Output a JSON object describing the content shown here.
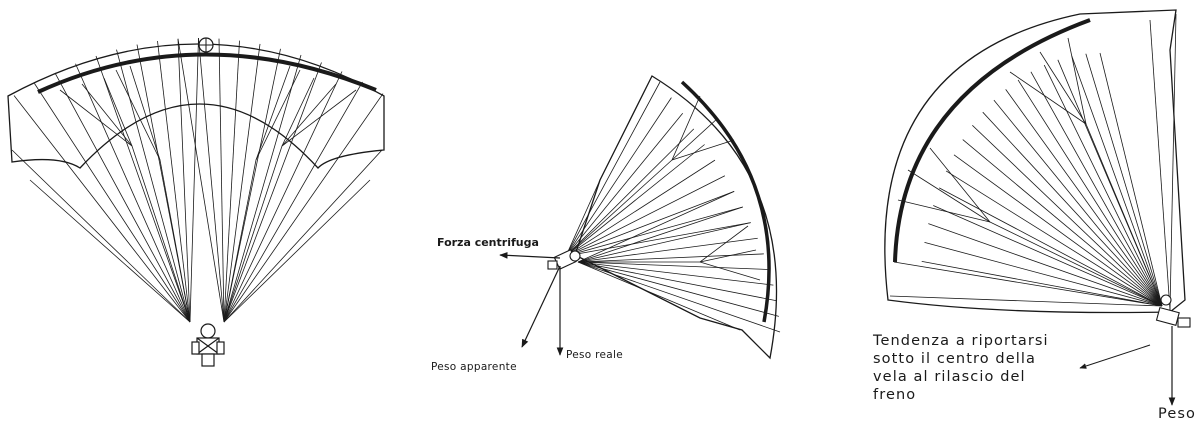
{
  "figures": [
    {
      "id": "paraglider-straight-flight"
    },
    {
      "id": "paraglider-in-turn",
      "labels": {
        "centrifugal": "Forza centrifuga",
        "apparent_weight": "Peso apparente",
        "real_weight": "Peso reale"
      }
    },
    {
      "id": "paraglider-after-brake-release",
      "labels": {
        "caption_lines": [
          "Tendenza a riportarsi",
          "sotto il centro della",
          "vela al rilascio del",
          "freno"
        ],
        "weight": "Peso"
      }
    }
  ],
  "colors": {
    "ink": "#1a1a1a",
    "paper": "#ffffff"
  }
}
